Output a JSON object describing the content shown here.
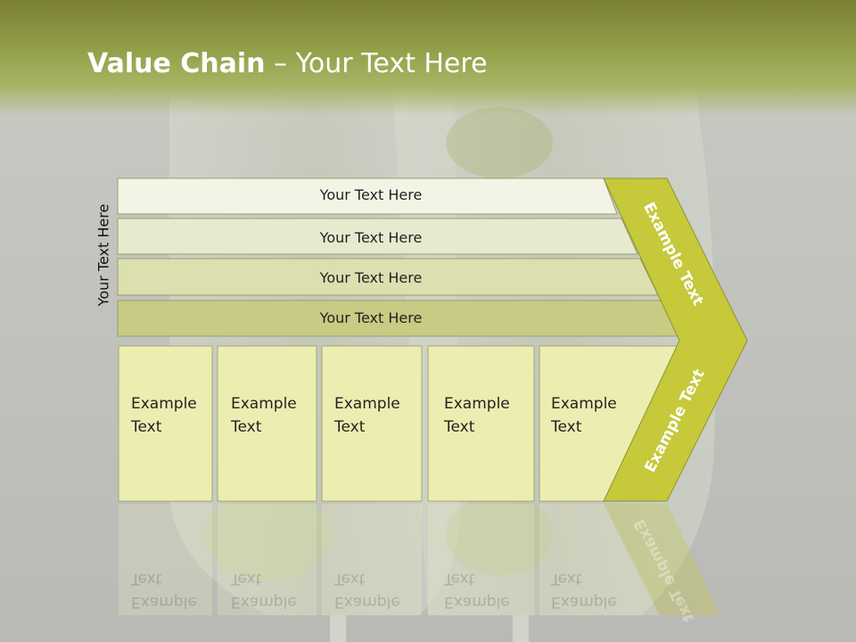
{
  "title": {
    "bold": "Value Chain",
    "rest": " – Your Text Here"
  },
  "side_label": "Your Text Here",
  "rows": [
    {
      "label": "Your Text Here"
    },
    {
      "label": "Your Text Here"
    },
    {
      "label": "Your Text Here"
    },
    {
      "label": "Your Text Here"
    }
  ],
  "cells": [
    {
      "line1": "Example",
      "line2": "Text"
    },
    {
      "line1": "Example",
      "line2": "Text"
    },
    {
      "line1": "Example",
      "line2": "Text"
    },
    {
      "line1": "Example",
      "line2": "Text"
    },
    {
      "line1": "Example",
      "line2": "Text"
    }
  ],
  "chevron": {
    "upper": "Example Text",
    "lower": "Example Text"
  },
  "colors": {
    "header": "#8c9540",
    "chevron": "#c5c93a",
    "row1": "#f3f4e6",
    "row2": "#e8eacf",
    "row3": "#dcdfb0",
    "row4": "#c7cb83",
    "cell": "#ecedb0"
  }
}
